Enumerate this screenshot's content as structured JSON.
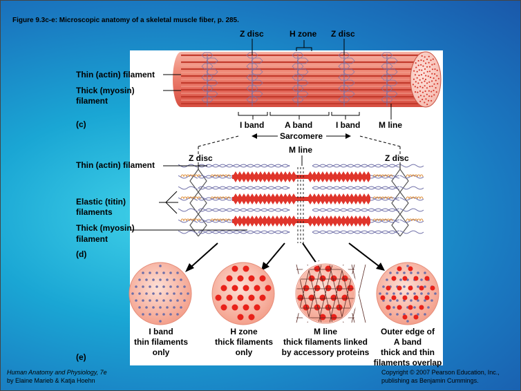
{
  "figure": {
    "title": "Figure 9.3c-e:  Microscopic anatomy of a skeletal muscle fiber, p. 285."
  },
  "part_c": {
    "label": "(c)",
    "top_labels": {
      "z_disc_left": "Z disc",
      "h_zone": "H zone",
      "z_disc_right": "Z disc"
    },
    "left_labels": {
      "thin": "Thin (actin) filament",
      "thick_1": "Thick (myosin)",
      "thick_2": "filament"
    },
    "band_labels": {
      "i_band_left": "I band",
      "a_band": "A band",
      "i_band_right": "I band",
      "m_line": "M line",
      "sarcomere": "Sarcomere"
    }
  },
  "part_d": {
    "label": "(d)",
    "top_labels": {
      "m_line": "M line",
      "z_disc_left": "Z disc",
      "z_disc_right": "Z disc"
    },
    "left_labels": {
      "thin": "Thin (actin) filament",
      "elastic_1": "Elastic (titin)",
      "elastic_2": "filaments",
      "thick_1": "Thick (myosin)",
      "thick_2": "filament"
    }
  },
  "part_e": {
    "label": "(e)",
    "captions": [
      {
        "line1": "I band",
        "line2": "thin filaments",
        "line3": "only",
        "line4": ""
      },
      {
        "line1": "H zone",
        "line2": "thick filaments",
        "line3": "only",
        "line4": ""
      },
      {
        "line1": "M line",
        "line2": "thick filaments linked",
        "line3": "by accessory proteins",
        "line4": ""
      },
      {
        "line1": "Outer edge of",
        "line2": "A band",
        "line3": "thick and thin",
        "line4": "filaments overlap"
      }
    ]
  },
  "footer": {
    "book_title": "Human Anatomy and Physiology, 7e",
    "authors": "by Elaine Marieb & Katja Hoehn",
    "copyright": "Copyright © 2007 Pearson Education, Inc.,",
    "publisher": "publishing as Benjamin Cummings."
  },
  "colors": {
    "muscle_red": "#e0352b",
    "muscle_light": "#f59585",
    "thin_filament": "#6f6fa8",
    "titin": "#e0903a",
    "panel": "#ffffff"
  }
}
